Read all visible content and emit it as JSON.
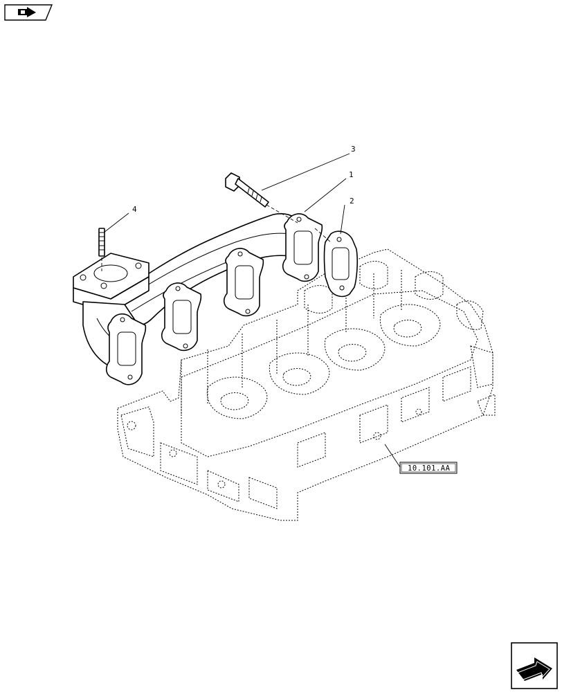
{
  "navigation": {
    "previous": {
      "icon": "arrow-left-icon"
    },
    "next": {
      "icon": "arrow-right-icon"
    }
  },
  "callouts": [
    {
      "id": "1",
      "label": "1"
    },
    {
      "id": "2",
      "label": "2"
    },
    {
      "id": "3",
      "label": "3"
    },
    {
      "id": "4",
      "label": "4"
    }
  ],
  "reference": {
    "label": "10.101.AA"
  },
  "parts": [
    {
      "callout": "1",
      "part": "exhaust-manifold"
    },
    {
      "callout": "2",
      "part": "manifold-gasket"
    },
    {
      "callout": "3",
      "part": "flange-bolt"
    },
    {
      "callout": "4",
      "part": "stud"
    }
  ]
}
